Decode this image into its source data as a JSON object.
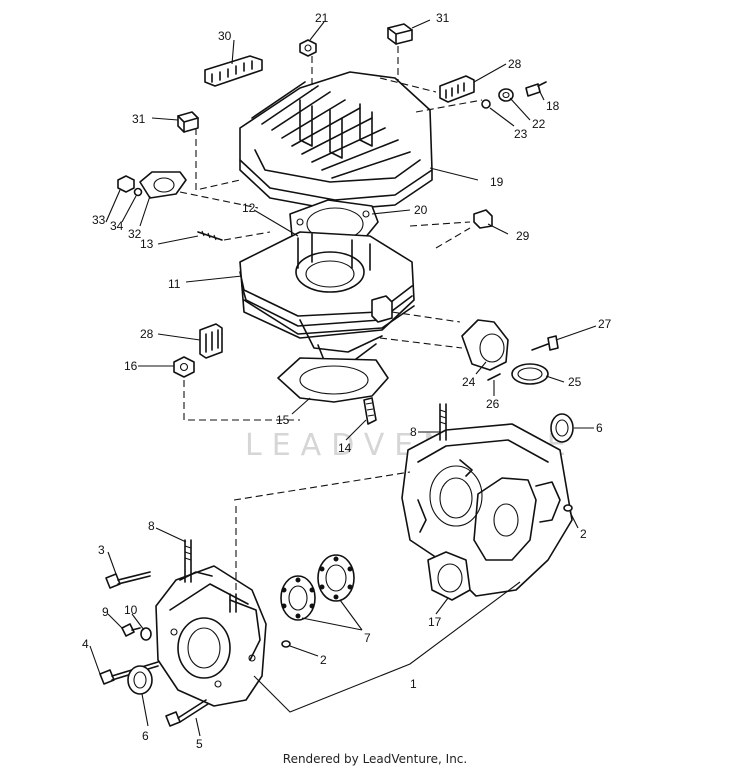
{
  "watermark": "LEADVENTURE",
  "footer": "Rendered by LeadVenture, Inc.",
  "callouts": {
    "c21": "21",
    "c30": "30",
    "c31a": "31",
    "c28a": "28",
    "c18": "18",
    "c31b": "31",
    "c22": "22",
    "c23": "23",
    "c19": "19",
    "c20": "20",
    "c12": "12",
    "c33": "33",
    "c34": "34",
    "c32": "32",
    "c13": "13",
    "c29": "29",
    "c11": "11",
    "c27": "27",
    "c28b": "28",
    "c16": "16",
    "c24": "24",
    "c25": "25",
    "c26": "26",
    "c15": "15",
    "c14": "14",
    "c8a": "8",
    "c6a": "6",
    "c8b": "8",
    "c2a": "2",
    "c3": "3",
    "c17": "17",
    "c9": "9",
    "c10": "10",
    "c7": "7",
    "c4": "4",
    "c2b": "2",
    "c1": "1",
    "c6b": "6",
    "c5": "5"
  }
}
